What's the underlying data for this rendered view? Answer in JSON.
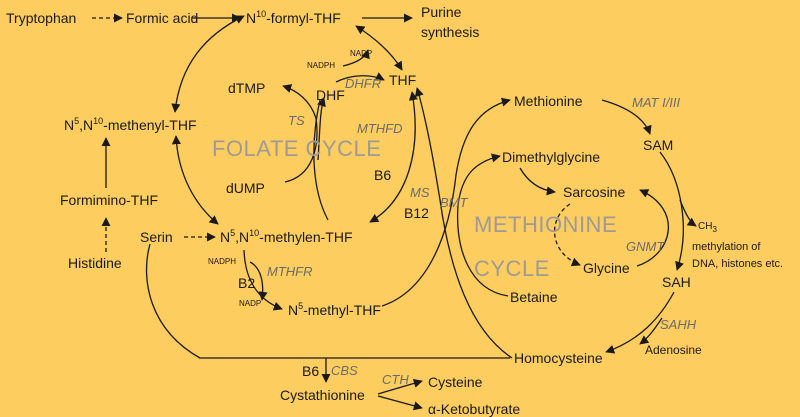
{
  "metabolites": {
    "tryptophan": "Tryptophan",
    "formic_acid": "Formic acid",
    "n10_formyl_thf": {
      "prefix": "N",
      "sup": "10",
      "suffix": "-formyl-THF"
    },
    "purine_synthesis_l1": "Purine",
    "purine_synthesis_l2": "synthesis",
    "dtmp": "dTMP",
    "dhf": "DHF",
    "thf": "THF",
    "methenyl_thf": {
      "p1": "N",
      "s1": "5",
      "p2": ",N",
      "s2": "10",
      "p3": "-methenyl-THF"
    },
    "formimino_thf": "Formimino-THF",
    "histidine": "Histidine",
    "dump": "dUMP",
    "serin": "Serin",
    "methylen_thf": {
      "p1": "N",
      "s1": "5",
      "p2": ",N",
      "s2": "10",
      "p3": "-methylen-THF"
    },
    "methyl_thf": {
      "p1": "N",
      "s1": "5",
      "p2": "-methyl-THF"
    },
    "methionine": "Methionine",
    "sam": "SAM",
    "dimethylglycine": "Dimethylglycine",
    "sarcosine": "Sarcosine",
    "glycine": "Glycine",
    "betaine": "Betaine",
    "sah": "SAH",
    "homocysteine": "Homocysteine",
    "adenosine": "Adenosine",
    "cystathionine": "Cystathionine",
    "cysteine": "Cysteine",
    "ketobutyrate": "α-Ketobutyrate"
  },
  "enzymes": {
    "dhfr": "DHFR",
    "ts": "TS",
    "mthfd": "MTHFD",
    "mthfr": "MTHFR",
    "ms": "MS",
    "bmt": "BMT",
    "mat": "MAT I/III",
    "gnmt": "GNMT",
    "sahh": "SAHH",
    "cbs": "CBS",
    "cth": "CTH"
  },
  "cofactors": {
    "nadph_1": "NADPH",
    "nadp_1": "NADP",
    "b6_1": "B6",
    "b12": "B12",
    "nadph_2": "NADPH",
    "nadp_2": "NADP",
    "b2": "B2",
    "b6_2": "B6",
    "ch3": {
      "base": "CH",
      "sub": "3"
    },
    "methylation_l1": "methylation of",
    "methylation_l2": "DNA, histones etc."
  },
  "cycles": {
    "folate": "FOLATE CYCLE",
    "methionine_l1": "METHIONINE",
    "methionine_l2": "CYCLE"
  },
  "colors": {
    "background": "#FDCD5F",
    "text": "#1a1a1a",
    "enzyme": "#6b6b6b",
    "cycle_label": "#9e9a98"
  }
}
